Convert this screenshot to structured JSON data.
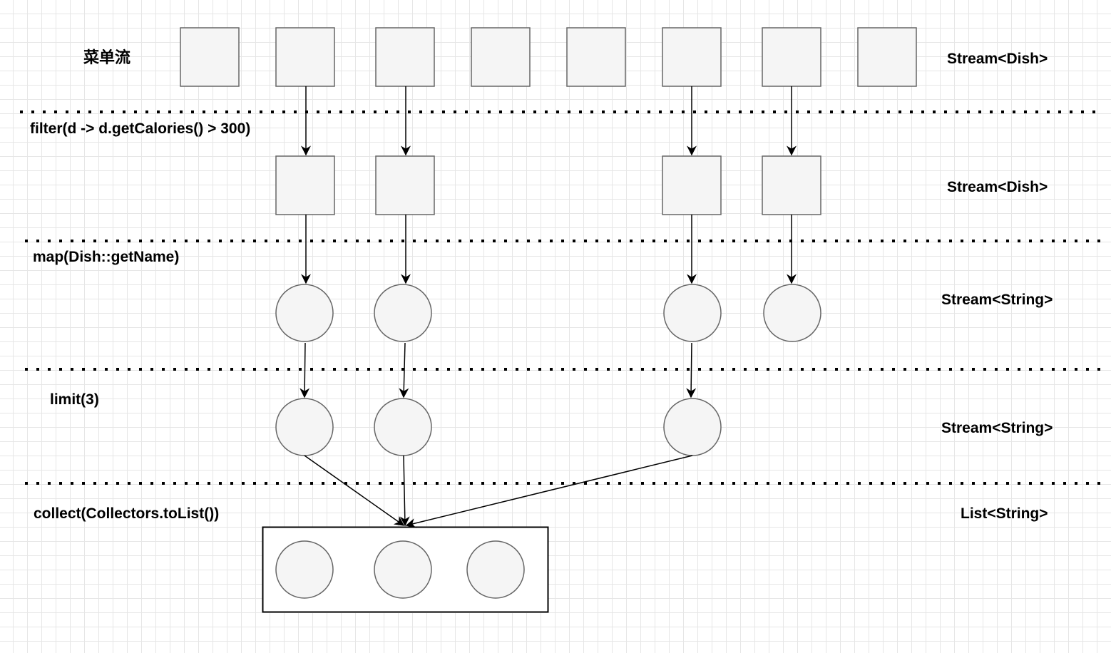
{
  "stages": {
    "source": {
      "name": "菜单流",
      "type": "Stream<Dish>"
    },
    "filter": {
      "op": "filter(d -> d.getCalories() > 300)",
      "type": "Stream<Dish>"
    },
    "map": {
      "op": "map(Dish::getName)",
      "type": "Stream<String>"
    },
    "limit": {
      "op": "limit(3)",
      "type": "Stream<String>"
    },
    "collect": {
      "op": "collect(Collectors.toList())",
      "type": "List<String>"
    }
  },
  "colors": {
    "node_fill": "#f5f5f5",
    "node_stroke": "#666666",
    "edge": "#000000",
    "separator": "#000000",
    "grid": "#e6e6e6"
  }
}
